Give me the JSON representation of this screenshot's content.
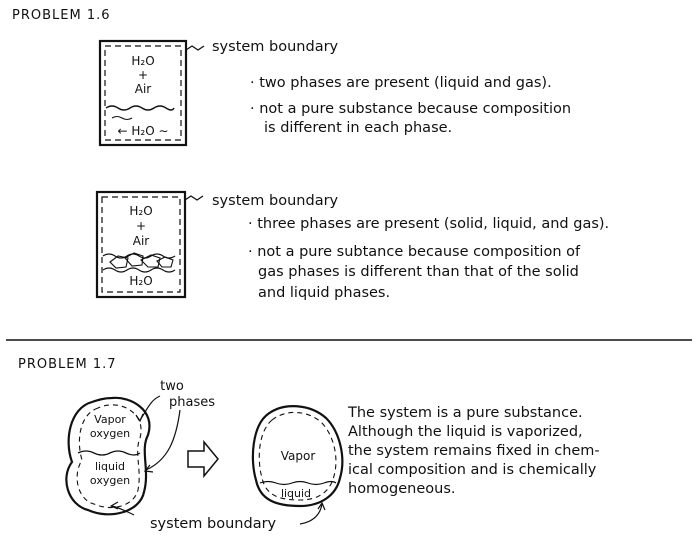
{
  "problem_16": {
    "title": "PROBLEM 1.6",
    "case_a": {
      "label": "system boundary",
      "box_top": [
        "H₂O",
        "+",
        "Air"
      ],
      "box_bottom": "← H₂O ∼",
      "notes": [
        "· two phases are present (liquid and gas).",
        "· not a pure substance because composition",
        "is different in each phase."
      ]
    },
    "case_b": {
      "label": "system boundary",
      "box_top": [
        "H₂O",
        "+",
        "Air"
      ],
      "box_bottom": "H₂O",
      "notes": [
        "· three phases are present (solid, liquid, and gas).",
        "· not a pure subtance because composition of",
        "gas phases is different than that of the solid",
        "and liquid phases."
      ]
    }
  },
  "problem_17": {
    "title": "PROBLEM 1.7",
    "left_blob": {
      "phases_label": [
        "two",
        "phases"
      ],
      "vapor": [
        "Vapor",
        "oxygen"
      ],
      "liquid": [
        "liquid",
        "oxygen"
      ]
    },
    "right_blob": {
      "vapor": "Vapor",
      "liquid": "liquid"
    },
    "boundary_label": "system boundary",
    "notes": [
      "The system is a pure substance.",
      "Although the liquid is vaporized,",
      "the system remains fixed in chem-",
      "ical composition and is chemically",
      "homogeneous."
    ]
  }
}
